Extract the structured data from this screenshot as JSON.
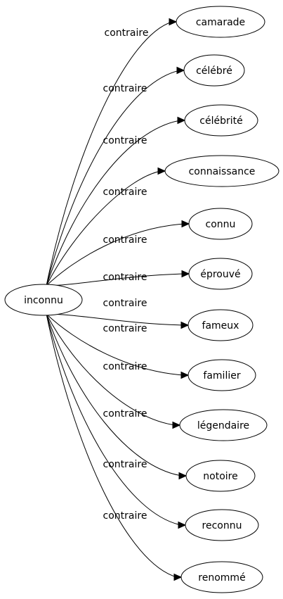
{
  "graph": {
    "source": {
      "label": "inconnu"
    },
    "relation_label": "contraire",
    "targets": [
      {
        "label": "camarade"
      },
      {
        "label": "célébré"
      },
      {
        "label": "célébrité"
      },
      {
        "label": "connaissance"
      },
      {
        "label": "connu"
      },
      {
        "label": "éprouvé"
      },
      {
        "label": "fameux"
      },
      {
        "label": "familier"
      },
      {
        "label": "légendaire"
      },
      {
        "label": "notoire"
      },
      {
        "label": "reconnu"
      },
      {
        "label": "renommé"
      }
    ]
  }
}
